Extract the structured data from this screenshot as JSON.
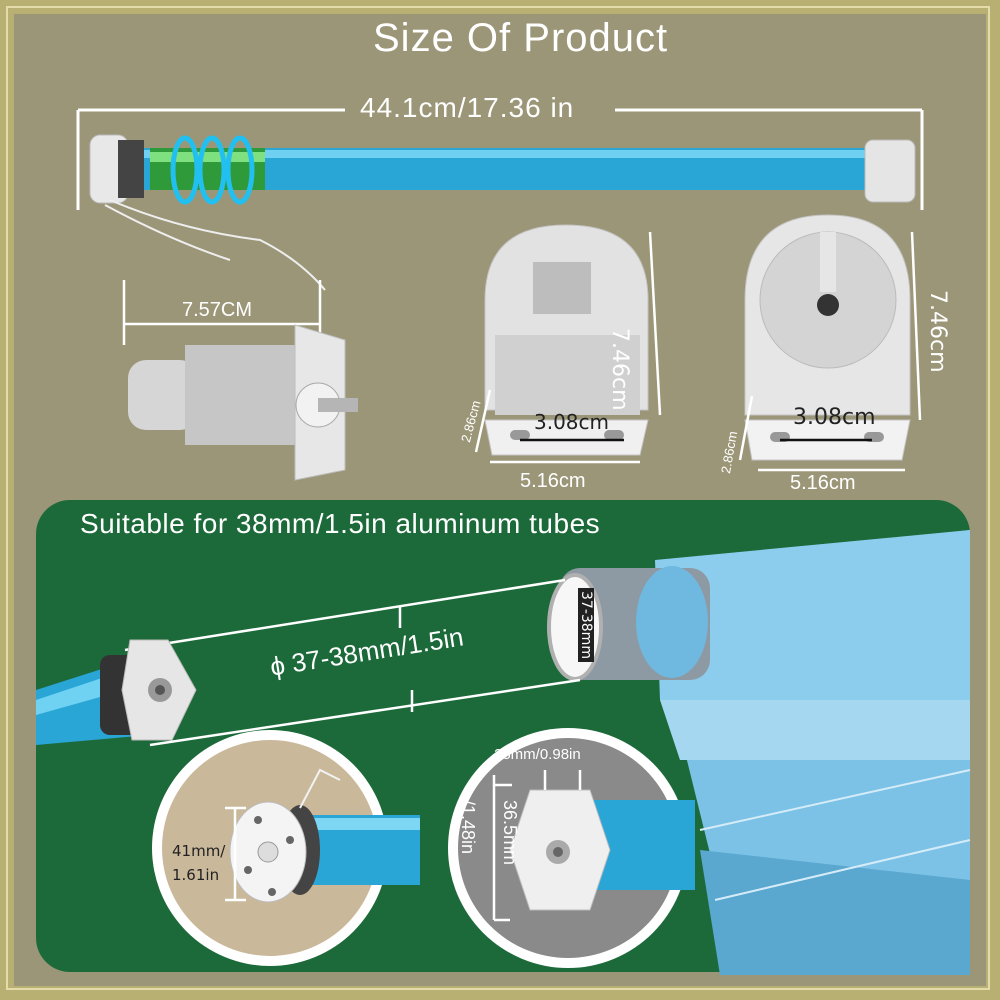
{
  "title": "Size Of Product",
  "tube_length": "44.1cm/17.36 in",
  "adapter_length": "7.57CM",
  "bracket_left": {
    "height": "7.46cm",
    "hole_span": "3.08cm",
    "width": "5.16cm",
    "depth": "2.86cm"
  },
  "bracket_right": {
    "height": "7.46cm",
    "hole_span": "3.08cm",
    "width": "5.16cm",
    "depth": "2.86cm"
  },
  "section_title": "Suitable for 38mm/1.5in aluminum tubes",
  "tube_diameter": "ϕ 37-38mm/1.5in",
  "tube_end_label": "37-38mm",
  "head_size_a": "41mm/",
  "head_size_b": "1.61in",
  "crown_width": "25mm/0.98in",
  "crown_height_a": "36.5mm",
  "crown_height_b": "/1.48in",
  "colors": {
    "panel_green": "#1c6a3a",
    "tube_blue": "#2aa6d6",
    "fabric_blue": "#7cc2e6",
    "background": "#9b9677"
  }
}
